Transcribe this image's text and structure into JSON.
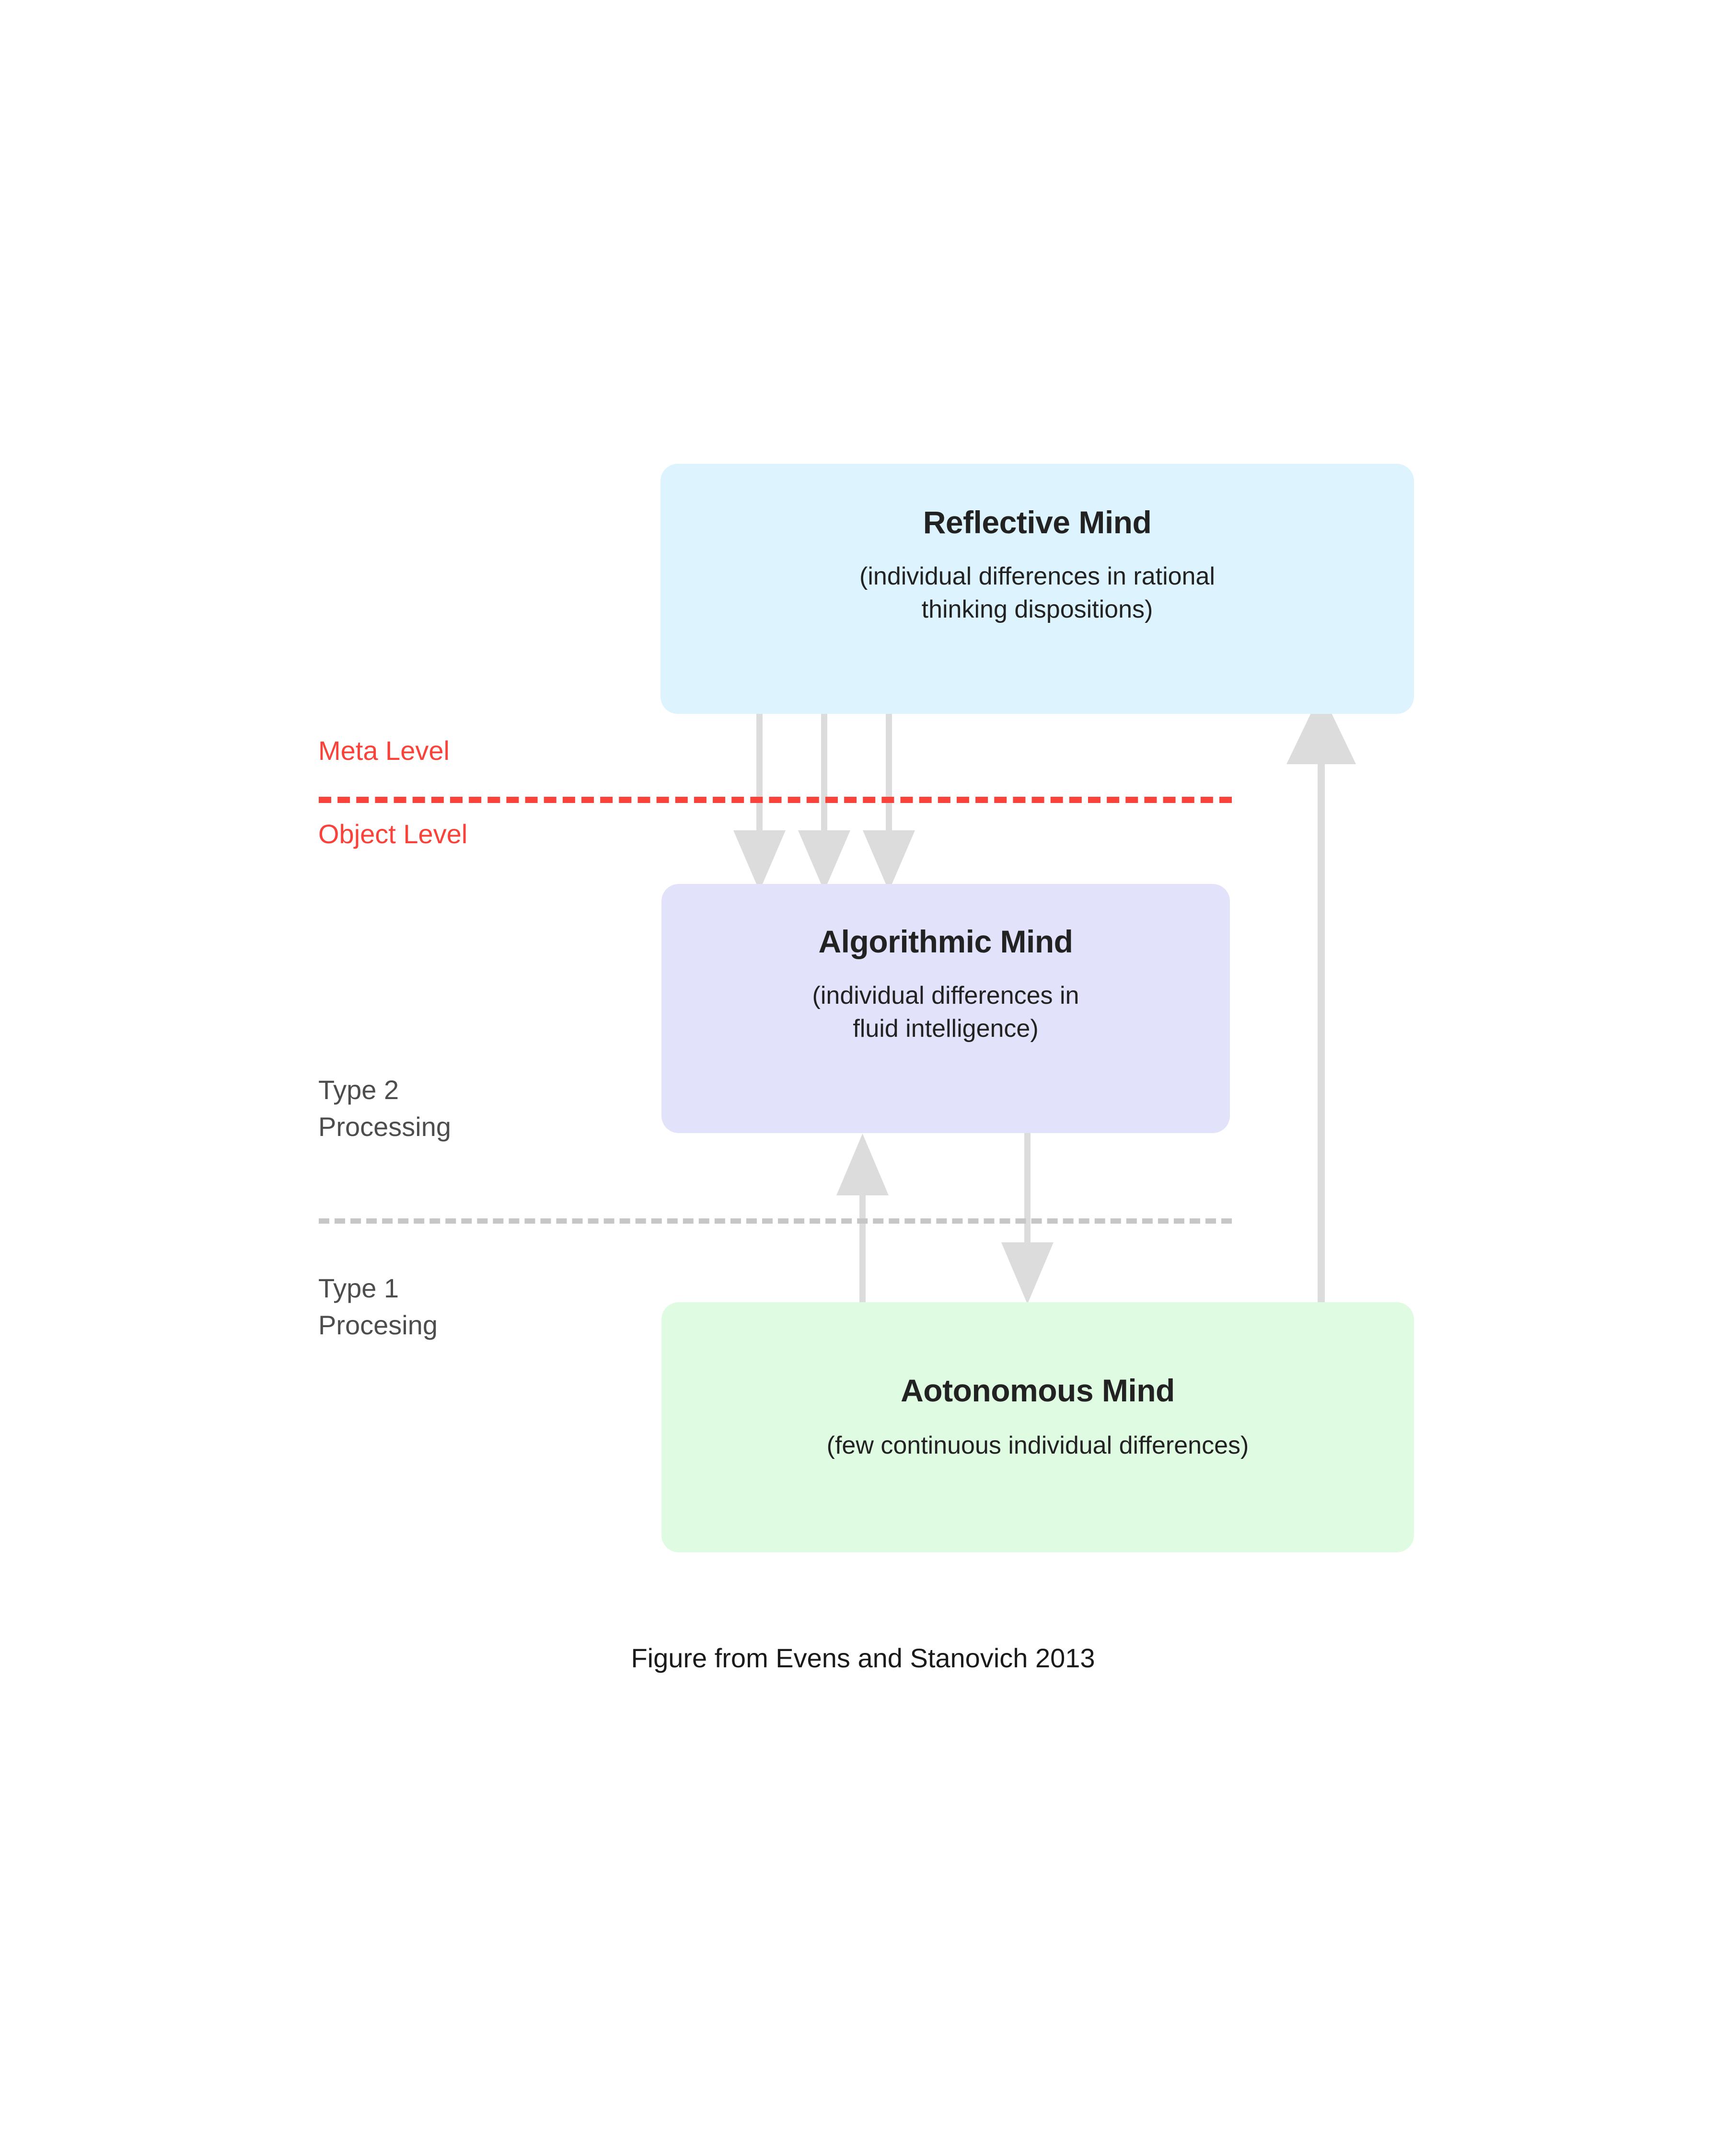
{
  "figure": {
    "caption": "Figure from Evens and Stanovich 2013",
    "background": "#ffffff"
  },
  "nodes": [
    {
      "id": "reflective",
      "title": "Reflective Mind",
      "subtitle": "(individual differences in rational\nthinking dispositions)",
      "fill": "#ddf3fd"
    },
    {
      "id": "algorithmic",
      "title": "Algorithmic Mind",
      "subtitle": "(individual differences in\nfluid intelligence)",
      "fill": "#e2e2fb"
    },
    {
      "id": "autonomous",
      "title": "Aotonomous Mind",
      "subtitle": "(few continuous individual differences)",
      "fill": "#dffbe1"
    }
  ],
  "dividers": [
    {
      "id": "meta-object",
      "style": "dashed",
      "color": "#f9423a",
      "above_label": "Meta Level",
      "below_label": "Object Level"
    },
    {
      "id": "type",
      "style": "dashed",
      "color": "#c6c6c6",
      "above_label": "Type 2\nProcessing",
      "below_label": "Type 1\nProcesing"
    }
  ],
  "labels": {
    "meta_level": "Meta Level",
    "object_level": "Object Level",
    "type2_processing": "Type 2\nProcessing",
    "type1_processing": "Type 1\nProcesing"
  },
  "arrows": [
    {
      "id": "reflective-to-algorithmic-1",
      "from": "reflective",
      "to": "algorithmic",
      "direction": "down",
      "color": "#dcdcdc"
    },
    {
      "id": "reflective-to-algorithmic-2",
      "from": "reflective",
      "to": "algorithmic",
      "direction": "down",
      "color": "#dcdcdc"
    },
    {
      "id": "reflective-to-algorithmic-3",
      "from": "reflective",
      "to": "algorithmic",
      "direction": "down",
      "color": "#dcdcdc"
    },
    {
      "id": "autonomous-to-algorithmic",
      "from": "autonomous",
      "to": "algorithmic",
      "direction": "up",
      "color": "#dcdcdc"
    },
    {
      "id": "algorithmic-to-autonomous",
      "from": "algorithmic",
      "to": "autonomous",
      "direction": "down",
      "color": "#dcdcdc"
    },
    {
      "id": "autonomous-to-reflective",
      "from": "autonomous",
      "to": "reflective",
      "direction": "up",
      "color": "#dcdcdc"
    }
  ],
  "colors": {
    "reflective_fill": "#ddf3fd",
    "algorithmic_fill": "#e2e2fb",
    "autonomous_fill": "#dffbe1",
    "meta_divider": "#f9423a",
    "type_divider": "#c6c6c6",
    "arrow": "#dcdcdc",
    "text": "#222222",
    "side_label_grey": "#4d4d4d"
  }
}
